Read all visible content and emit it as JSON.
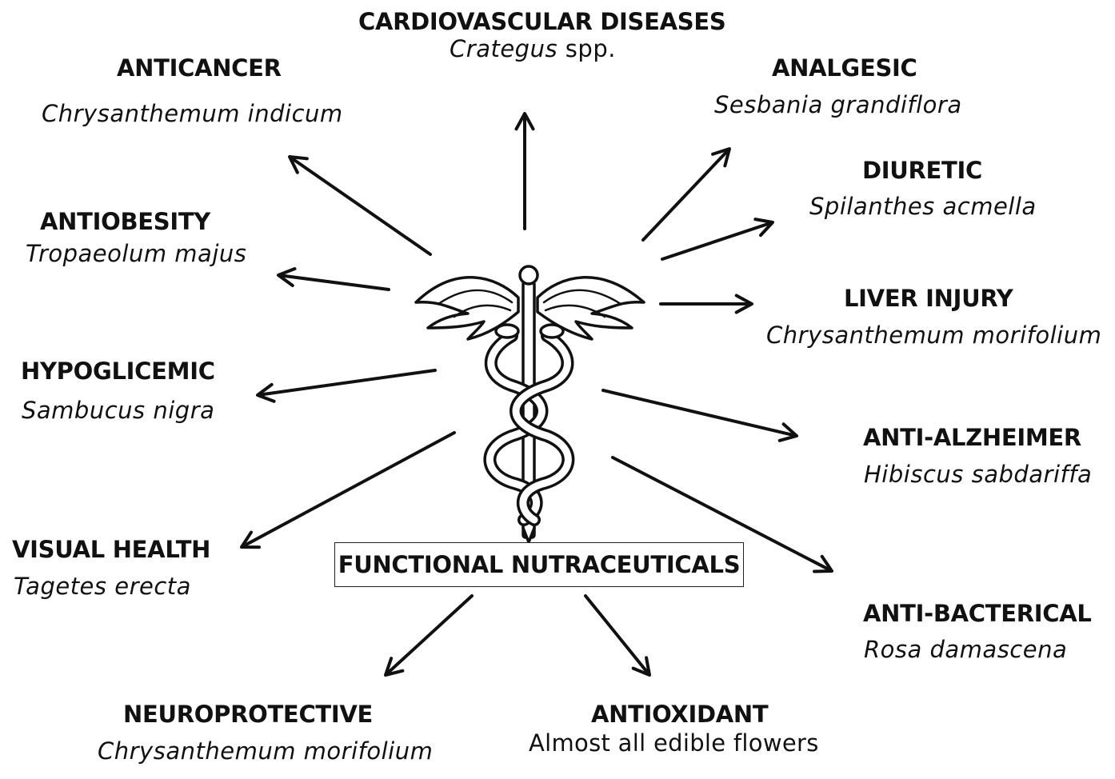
{
  "center": {
    "label": "FUNCTIONAL NUTRACEUTICALS",
    "emblem": "caduceus-icon"
  },
  "items": [
    {
      "key": "cardiovascular",
      "title": "CARDIOVASCULAR DISEASES",
      "genus": "Crategus",
      "suffix": " spp."
    },
    {
      "key": "anticancer",
      "title": "ANTICANCER",
      "species": "Chrysanthemum indicum"
    },
    {
      "key": "analgesic",
      "title": "ANALGESIC",
      "species": "Sesbania grandiflora"
    },
    {
      "key": "diuretic",
      "title": "DIURETIC",
      "species": "Spilanthes acmella"
    },
    {
      "key": "antiobesity",
      "title": "ANTIOBESITY",
      "species": "Tropaeolum majus"
    },
    {
      "key": "liver",
      "title": "LIVER INJURY",
      "species": "Chrysanthemum morifolium"
    },
    {
      "key": "hypoglicemic",
      "title": "HYPOGLICEMIC",
      "species": "Sambucus nigra"
    },
    {
      "key": "alzheimer",
      "title": "ANTI-ALZHEIMER",
      "species": "Hibiscus sabdariffa"
    },
    {
      "key": "visual",
      "title": "VISUAL HEALTH",
      "species": "Tagetes erecta"
    },
    {
      "key": "bacterial",
      "title": "ANTI-BACTERICAL",
      "species": "Rosa damascena"
    },
    {
      "key": "neuro",
      "title": "NEUROPROTECTIVE",
      "species": "Chrysanthemum morifolium"
    },
    {
      "key": "antioxidant",
      "title": "ANTIOXIDANT",
      "species": "Almost all edible flowers"
    }
  ]
}
